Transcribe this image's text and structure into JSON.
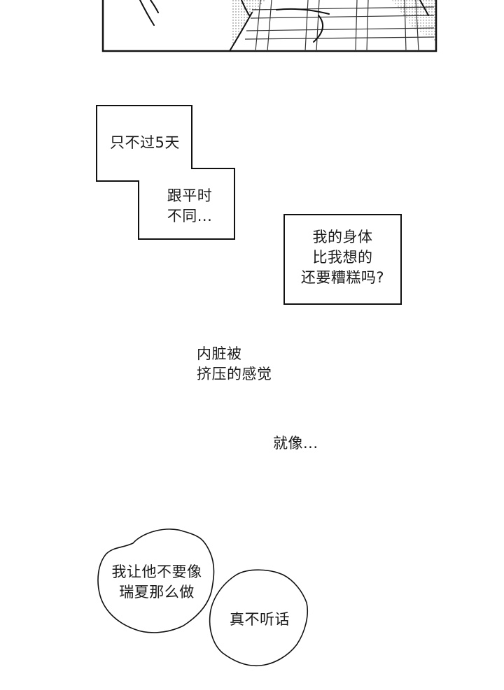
{
  "captions": {
    "box1_line1": "只不过5天",
    "box2_line1": "跟平时",
    "box2_line2": "不同...",
    "box3_line1": "我的身体",
    "box3_line2": "比我想的",
    "box3_line3": "还要糟糕吗?"
  },
  "narration": {
    "line1": "内脏被",
    "line2": "挤压的感觉",
    "line3": "就像..."
  },
  "bubbles": {
    "bubble1_line1": "我让他不要像",
    "bubble1_line2": "瑞夏那么做",
    "bubble2_line1": "真不听话"
  }
}
